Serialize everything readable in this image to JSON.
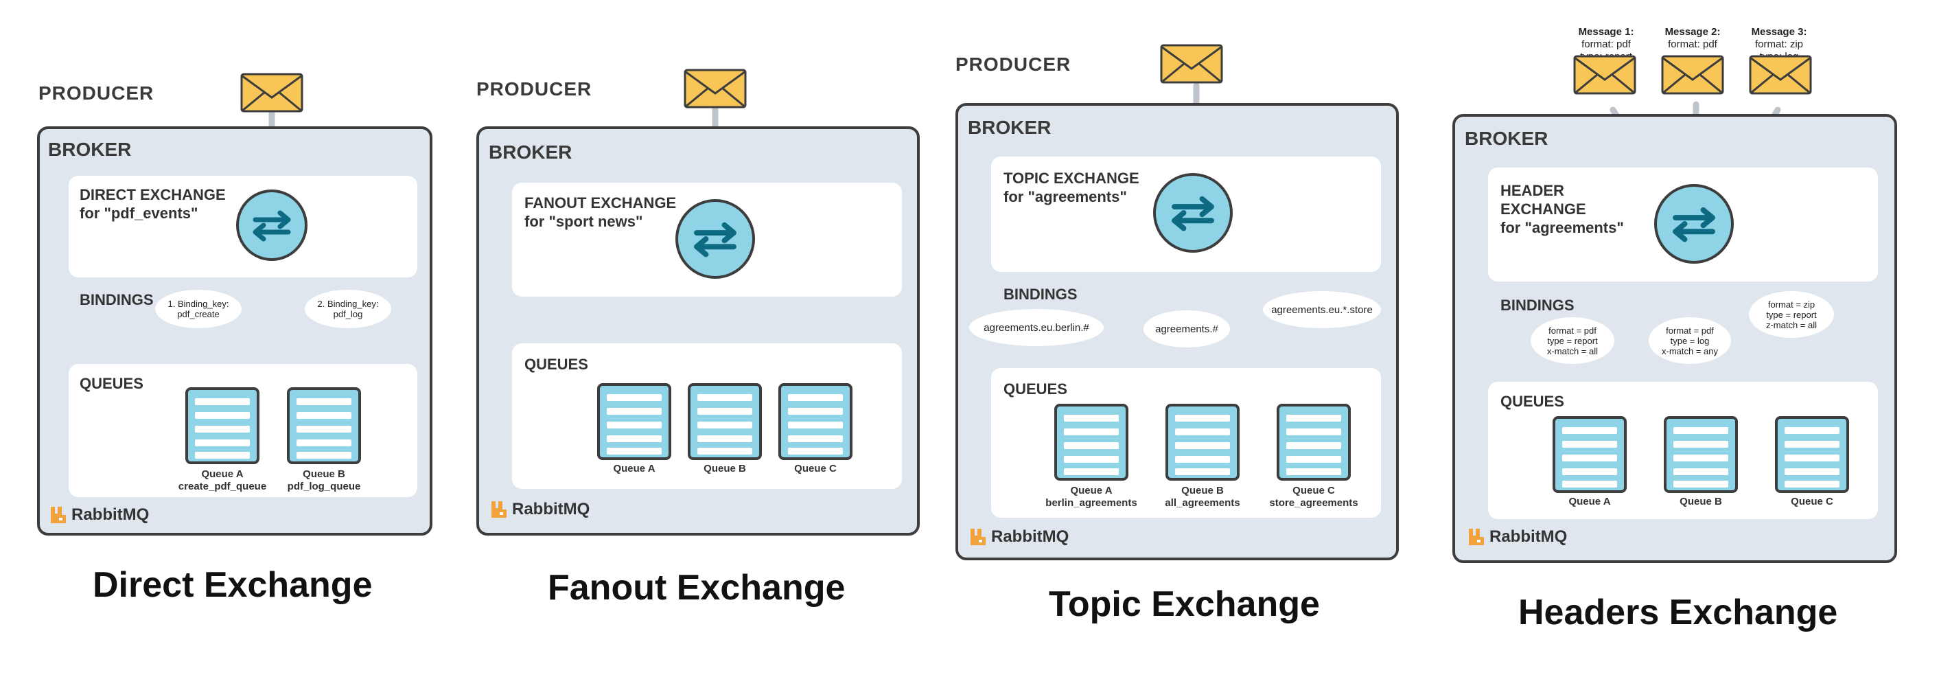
{
  "colors": {
    "broker_bg": "#dfe6ee",
    "box_bg": "#ffffff",
    "queue_fill": "#8ed3e6",
    "envelope_fill": "#f8c557",
    "arrow": "#bdc4cc",
    "outline": "#3d3d3d",
    "brand_orange": "#f2a23a"
  },
  "icons": [
    "envelope-icon",
    "exchange-arrows-icon",
    "queue-icon",
    "rabbitmq-logo-icon"
  ],
  "direct": {
    "producer": "PRODUCER",
    "broker": "BROKER",
    "exchange_line1": "DIRECT EXCHANGE",
    "exchange_line2": "for \"pdf_events\"",
    "bindings": "BINDINGS",
    "binding1": "1. Binding_key:\npdf_create",
    "binding2": "2. Binding_key:\npdf_log",
    "queues": "QUEUES",
    "queue_a": "Queue A",
    "queue_a_sub": "create_pdf_queue",
    "queue_b": "Queue B",
    "queue_b_sub": "pdf_log_queue",
    "brand": "RabbitMQ",
    "title": "Direct Exchange"
  },
  "fanout": {
    "producer": "PRODUCER",
    "broker": "BROKER",
    "exchange_line1": "FANOUT EXCHANGE",
    "exchange_line2": "for \"sport news\"",
    "queues": "QUEUES",
    "queue_a": "Queue A",
    "queue_b": "Queue B",
    "queue_c": "Queue C",
    "brand": "RabbitMQ",
    "title": "Fanout Exchange"
  },
  "topic": {
    "producer": "PRODUCER",
    "broker": "BROKER",
    "exchange_line1": "TOPIC EXCHANGE",
    "exchange_line2": "for \"agreements\"",
    "bindings": "BINDINGS",
    "binding1": "agreements.eu.berlin.#",
    "binding2": "agreements.#",
    "binding3": "agreements.eu.*.store",
    "queues": "QUEUES",
    "queue_a": "Queue A",
    "queue_a_sub": "berlin_agreements",
    "queue_b": "Queue B",
    "queue_b_sub": "all_agreements",
    "queue_c": "Queue C",
    "queue_c_sub": "store_agreements",
    "brand": "RabbitMQ",
    "title": "Topic Exchange"
  },
  "headers": {
    "message1_title": "Message 1:",
    "message1_body": "format: pdf\ntype: report",
    "message2_title": "Message 2:",
    "message2_body": "format: pdf",
    "message3_title": "Message 3:",
    "message3_body": "format: zip\ntype: log",
    "broker": "BROKER",
    "exchange_line1": "HEADER",
    "exchange_line2": "EXCHANGE",
    "exchange_line3": "for \"agreements\"",
    "bindings": "BINDINGS",
    "binding1": "format = pdf\ntype = report\nx-match = all",
    "binding2": "format = pdf\ntype = log\nx-match = any",
    "binding3": "format = zip\ntype = report\nz-match = all",
    "queues": "QUEUES",
    "queue_a": "Queue A",
    "queue_b": "Queue B",
    "queue_c": "Queue C",
    "brand": "RabbitMQ",
    "title": "Headers Exchange"
  }
}
